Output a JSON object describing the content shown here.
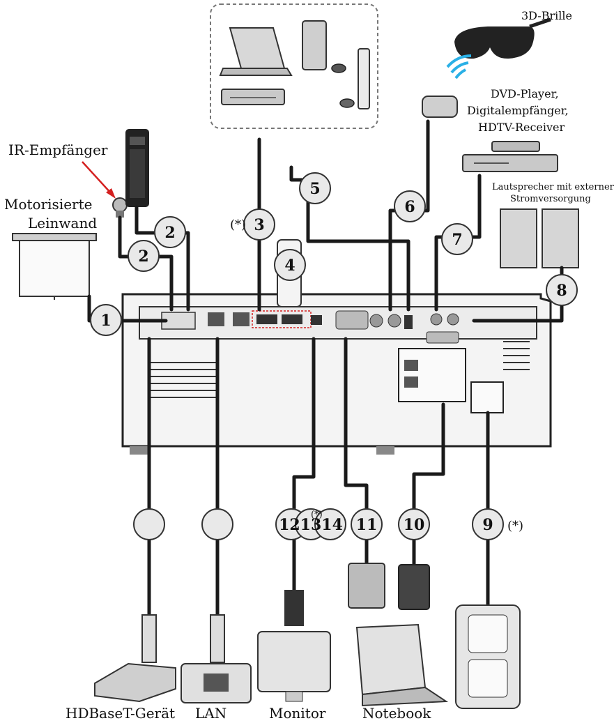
{
  "labels": {
    "glasses": "3D-Brille",
    "ir_receiver": "IR-Empfänger",
    "motor_screen_1": "Motorisierte",
    "motor_screen_2": "Leinwand",
    "dvd_1": "DVD-Player,",
    "dvd_2": "Digitalempfänger,",
    "dvd_3": "HDTV-Receiver",
    "speaker_1": "Lautsprecher mit externer",
    "speaker_2": "Stromversorgung",
    "hdbaset": "HDBaseT-Gerät",
    "lan": "LAN",
    "monitor": "Monitor",
    "notebook": "Notebook",
    "asterisk_3": "(*)",
    "asterisk_9": "(*)",
    "asterisk_12": "(*)"
  },
  "badges": {
    "b1": "1",
    "b2a": "2",
    "b2b": "2",
    "b3": "3",
    "b4": "4",
    "b5": "5",
    "b6": "6",
    "b7": "7",
    "b8": "8",
    "b9": "9",
    "b10": "10",
    "b11": "11",
    "b12": "121314",
    "b13": "",
    "b14": ""
  },
  "colors": {
    "cable": "#1a1a1a",
    "ir_arrow": "#d42020",
    "wifi": "#2ab0e6",
    "badge_fill": "#e9e9e9",
    "projector": "#f4f4f4"
  }
}
